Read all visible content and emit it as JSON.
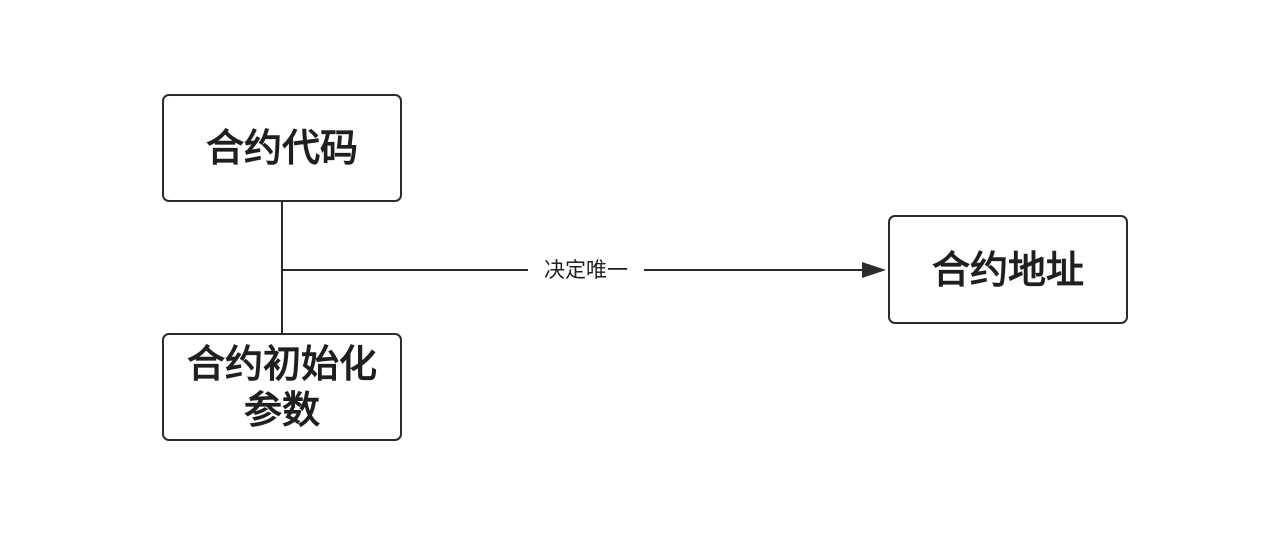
{
  "nodes": {
    "contract_code": "合约代码",
    "init_params_line1": "合约初始化",
    "init_params_line2": "参数",
    "contract_address": "合约地址"
  },
  "edge": {
    "label": "决定唯一"
  },
  "colors": {
    "stroke": "#2b2b2b",
    "text": "#1f1f1f",
    "background": "#ffffff"
  }
}
